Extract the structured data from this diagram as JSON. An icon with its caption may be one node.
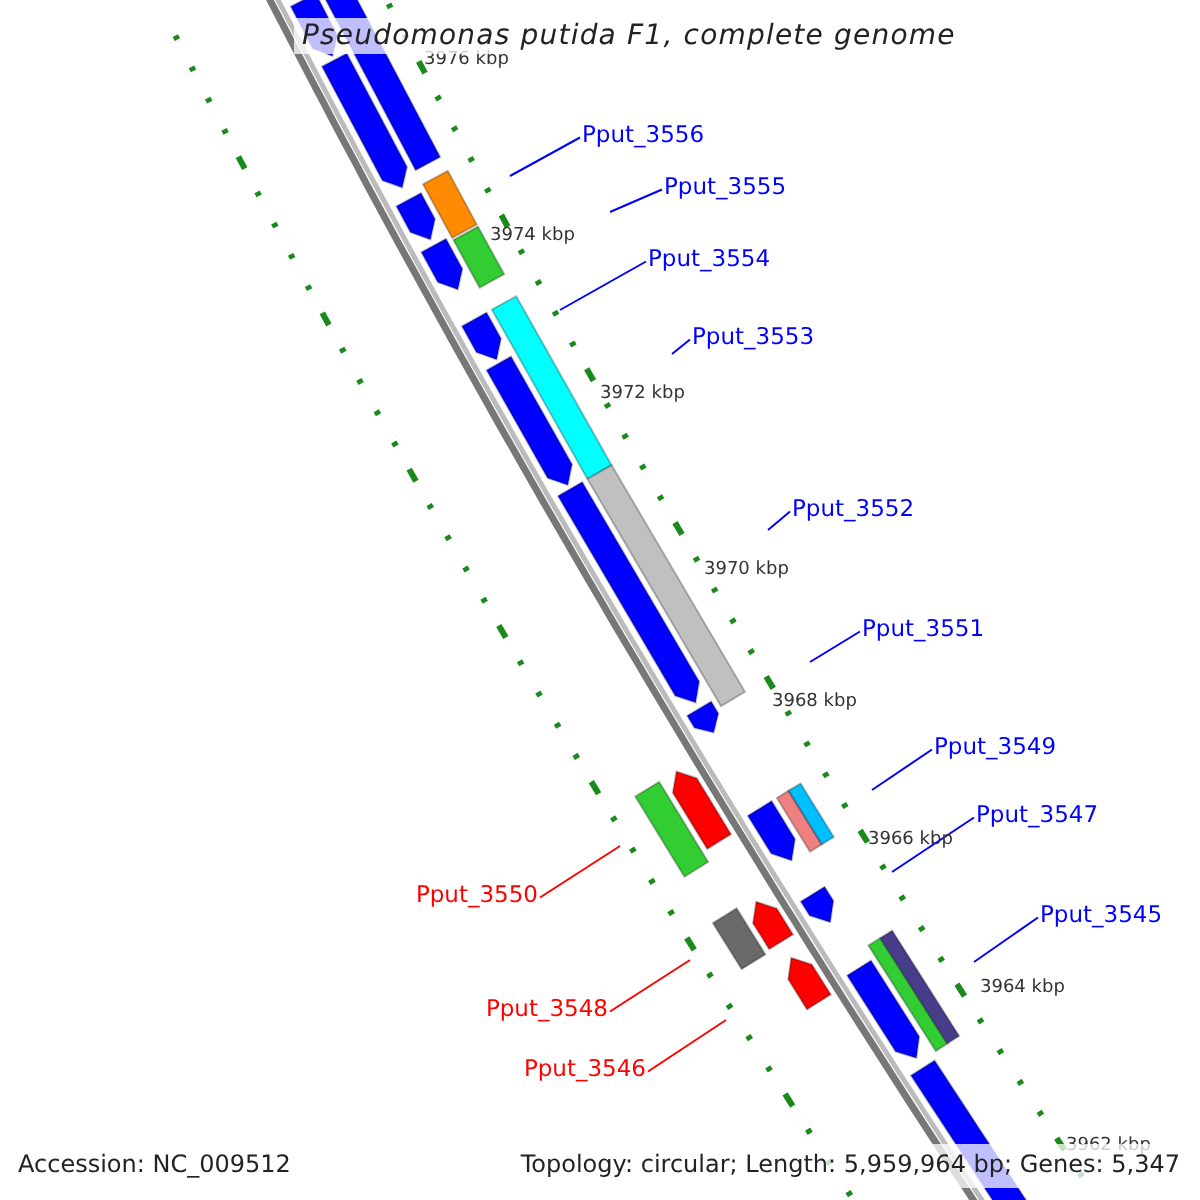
{
  "diagram": {
    "title": "Pseudomonas putida F1, complete genome",
    "nodes": [
      {
        "text": [
          "Pput_3556"
        ]
      },
      {
        "text": [
          "Pput_3555"
        ]
      },
      {
        "text": [
          "Pput_3554"
        ]
      },
      {
        "text": [
          "Pput_3553"
        ]
      },
      {
        "text": [
          "Pput_3552"
        ]
      },
      {
        "text": [
          "Pput_3551"
        ]
      },
      {
        "text": [
          "Pput_3549"
        ]
      },
      {
        "text": [
          "Pput_3547"
        ]
      },
      {
        "text": [
          "Pput_3550"
        ]
      },
      {
        "text": [
          "Pput_3545"
        ]
      },
      {
        "text": [
          "Pput_3548"
        ]
      },
      {
        "text": [
          "Pput_3546"
        ]
      }
    ],
    "edges": [
      {
        "from": 0,
        "to": null,
        "arrow": "none"
      },
      {
        "from": 1,
        "to": null,
        "arrow": "none"
      },
      {
        "from": 2,
        "to": null,
        "arrow": "none"
      },
      {
        "from": 3,
        "to": null,
        "arrow": "none"
      },
      {
        "from": 4,
        "to": null,
        "arrow": "none"
      },
      {
        "from": 5,
        "to": null,
        "arrow": "none"
      },
      {
        "from": 6,
        "to": null,
        "arrow": "none"
      },
      {
        "from": 7,
        "to": null,
        "arrow": "none"
      },
      {
        "from": 8,
        "to": null,
        "arrow": "none",
        "color": "#ff0000"
      },
      {
        "from": 9,
        "to": null,
        "arrow": "none"
      },
      {
        "from": 10,
        "to": null,
        "arrow": "none",
        "color": "#ff0000"
      },
      {
        "from": 11,
        "to": null,
        "arrow": "none",
        "color": "#ff0000"
      }
    ],
    "labels": [
      "3976 kbp",
      "3974 kbp",
      "3972 kbp",
      "3970 kbp",
      "3968 kbp",
      "3966 kbp",
      "3964 kbp",
      "3962 kbp",
      "Accession: NC_009512",
      "Topology: circular; Length: 5,959,964 bp; Genes: 5,347"
    ]
  }
}
